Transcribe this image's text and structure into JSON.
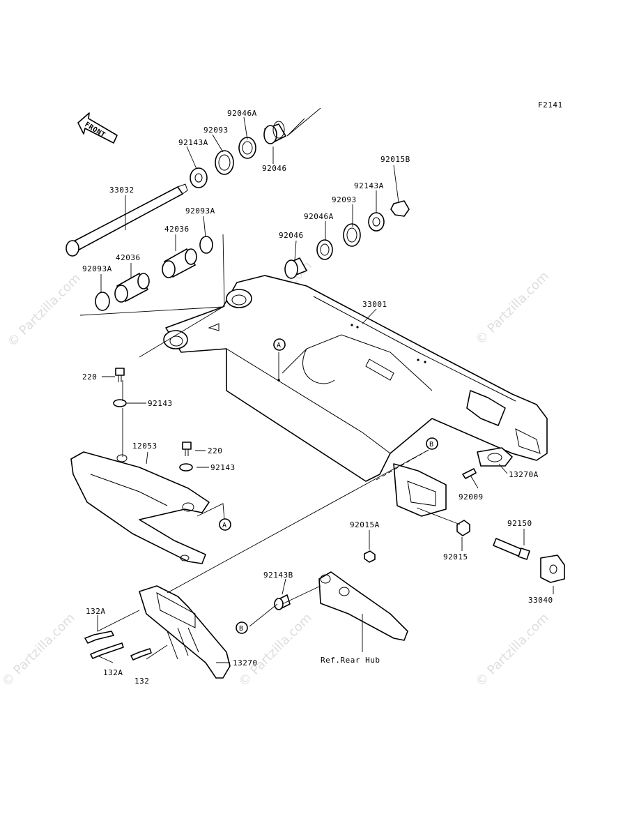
{
  "figure_code": "F2141",
  "front_label": "FRONT",
  "watermark": "© Partzilla.com",
  "callouts": {
    "a": "A",
    "b": "B"
  },
  "parts": {
    "p92046A_top": "92046A",
    "p92093_top": "92093",
    "p92143A_top": "92143A",
    "p92046_top": "92046",
    "p33032": "33032",
    "p92093A_mid": "92093A",
    "p42036_a": "42036",
    "p42036_b": "42036",
    "p92093A_left": "92093A",
    "p92015B": "92015B",
    "p92143A_right": "92143A",
    "p92093_right": "92093",
    "p92046A_right": "92046A",
    "p92046_right": "92046",
    "p33001": "33001",
    "p220_a": "220",
    "p92143_a": "92143",
    "p12053": "12053",
    "p220_b": "220",
    "p92143_b": "92143",
    "p13270A": "13270A",
    "p92009": "92009",
    "p92150": "92150",
    "p92015A": "92015A",
    "p92015": "92015",
    "p33040": "33040",
    "p92143B": "92143B",
    "ref_rear_hub": "Ref.Rear Hub",
    "p132A_a": "132A",
    "p132A_b": "132A",
    "p132": "132",
    "p13270": "13270"
  }
}
